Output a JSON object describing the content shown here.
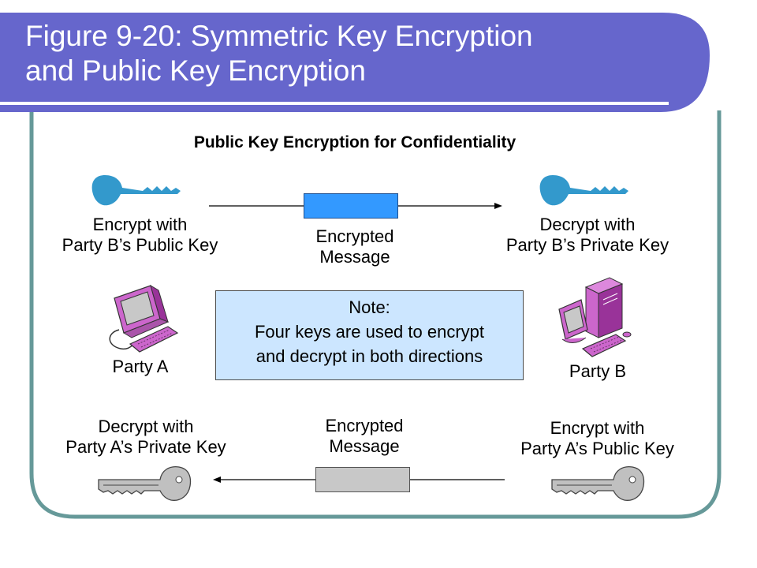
{
  "slide": {
    "title_line1": "Figure 9-20: Symmetric Key Encryption",
    "title_line2": "and Public Key Encryption",
    "subtitle": "Public Key Encryption for Confidentiality"
  },
  "top_flow": {
    "left_label_line1": "Encrypt with",
    "left_label_line2": "Party B’s Public Key",
    "message_line1": "Encrypted",
    "message_line2": "Message",
    "right_label_line1": "Decrypt with",
    "right_label_line2": "Party B’s Private Key"
  },
  "parties": {
    "a_label": "Party A",
    "b_label": "Party B"
  },
  "note": {
    "line1": "Note:",
    "line2": "Four keys are used to encrypt",
    "line3": "and decrypt in both directions"
  },
  "bottom_flow": {
    "left_label_line1": "Decrypt with",
    "left_label_line2": "Party A’s Private Key",
    "message_line1": "Encrypted",
    "message_line2": "Message",
    "right_label_line1": "Encrypt with",
    "right_label_line2": "Party A’s Public Key"
  },
  "colors": {
    "title_bar": "#6666cc",
    "frame_border": "#669999",
    "blue_key": "#3399cc",
    "gray_key": "#c0c0c0",
    "computer": "#cc66cc",
    "note_fill": "#cce6ff",
    "message_blue": "#3399ff",
    "message_gray": "#c8c8c8"
  },
  "icons": {
    "top_keys": "blue-key-icon",
    "bottom_keys": "gray-key-icon",
    "party_a": "desktop-computer-icon",
    "party_b": "tower-computer-icon"
  }
}
